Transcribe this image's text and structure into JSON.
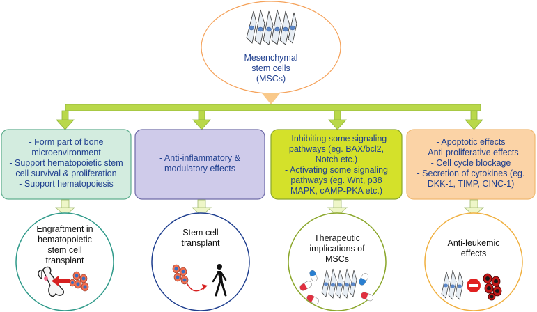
{
  "top_node": {
    "lines": [
      "Mesenchymal",
      "stem cells",
      "(MSCs)"
    ]
  },
  "boxes": [
    {
      "lines": [
        "- Form part of bone",
        "microenvironment",
        "- Support hematopoietic stem",
        "cell survival & proliferation",
        "- Support hematopoiesis"
      ],
      "fill": "#d3ecdf",
      "stroke": "#5fae8e"
    },
    {
      "lines": [
        "- Anti-inflammatory &",
        "modulatory effects"
      ],
      "fill": "#cfcbea",
      "stroke": "#6e6aa8"
    },
    {
      "lines": [
        "- Inhibiting some signaling",
        "pathways (eg. BAX/bcl2,",
        "Notch etc.)",
        "- Activating some signaling",
        "pathways (eg. Wnt, p38",
        "MAPK, cAMP-PKA etc.)"
      ],
      "fill": "#d4e12a",
      "stroke": "#8aa62a"
    },
    {
      "lines": [
        "- Apoptotic effects",
        "- Anti-proliferative effects",
        "- Cell cycle blockage",
        "- Secretion of cytokines (eg.",
        "DKK-1, TIMP, CINC-1)"
      ],
      "fill": "#fbd3a6",
      "stroke": "#f0b870"
    }
  ],
  "outcomes": [
    {
      "lines": [
        "Engraftment in",
        "hematopoietic",
        "stem cell",
        "transplant"
      ],
      "stroke": "#2f9a8a"
    },
    {
      "lines": [
        "Stem cell",
        "transplant"
      ],
      "stroke": "#1f3f8f"
    },
    {
      "lines": [
        "Therapeutic",
        "implications of",
        "MSCs"
      ],
      "stroke": "#8aa62a"
    },
    {
      "lines": [
        "Anti-leukemic",
        "effects"
      ],
      "stroke": "#f0b040"
    }
  ],
  "colors": {
    "connector": "#b9d84a",
    "connector_stroke": "#8fb33a",
    "top_circle_stroke": "#f5a25a",
    "down_arrow_orange": "#f9c98a",
    "down_arrow_light": "#eef6c8",
    "text_blue": "#1f3f8f"
  },
  "icons": [
    "mesenchymal-cells-icon",
    "bone-icon",
    "cell-cluster-icon",
    "walking-person-icon",
    "capsule-icon",
    "no-entry-icon",
    "leukemic-cells-icon"
  ]
}
